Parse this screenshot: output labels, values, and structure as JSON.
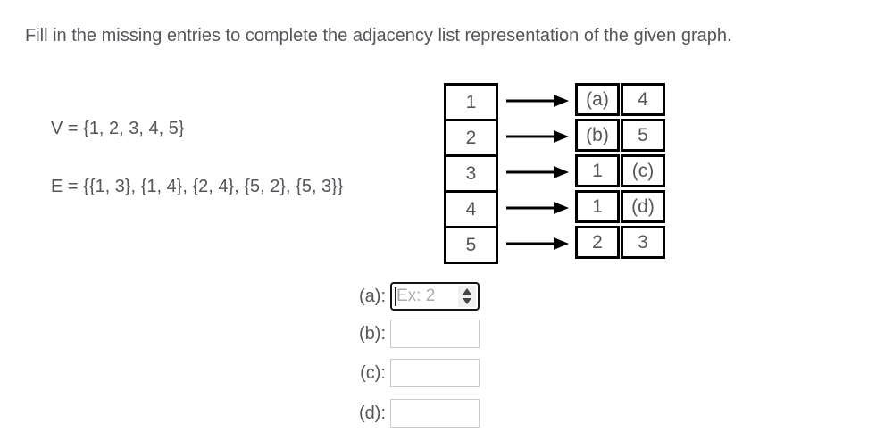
{
  "title": "Fill in the missing entries to complete the adjacency list representation of the given graph.",
  "problem": {
    "vertex_set": "V = {1, 2, 3, 4, 5}",
    "edge_set": "E = {{1, 3}, {1, 4}, {2, 4}, {5, 2}, {5, 3}}"
  },
  "diagram": {
    "vertices": [
      "1",
      "2",
      "3",
      "4",
      "5"
    ],
    "adjacency_rows": [
      {
        "cells": [
          "(a)",
          "4"
        ]
      },
      {
        "cells": [
          "(b)",
          "5"
        ]
      },
      {
        "cells": [
          "1",
          "(c)"
        ]
      },
      {
        "cells": [
          "1",
          "(d)"
        ]
      },
      {
        "cells": [
          "2",
          "3"
        ]
      }
    ],
    "arrow_icon": "arrow-right-icon"
  },
  "answers": [
    {
      "key": "a",
      "label": "(a):",
      "value": "",
      "placeholder": "Ex: 2",
      "focused": true,
      "spinner": true
    },
    {
      "key": "b",
      "label": "(b):",
      "value": "",
      "placeholder": "",
      "focused": false,
      "spinner": false
    },
    {
      "key": "c",
      "label": "(c):",
      "value": "",
      "placeholder": "",
      "focused": false,
      "spinner": false
    },
    {
      "key": "d",
      "label": "(d):",
      "value": "",
      "placeholder": "",
      "focused": false,
      "spinner": false
    }
  ],
  "colors": {
    "text": "#53565a",
    "placeholder": "#aaadb1",
    "diagram_border": "#000000",
    "input_border": "#c7ccd1",
    "focus_border": "#141414",
    "spinner_track": "#f0f0f1",
    "spinner_arrow": "#424549",
    "background": "#ffffff"
  }
}
